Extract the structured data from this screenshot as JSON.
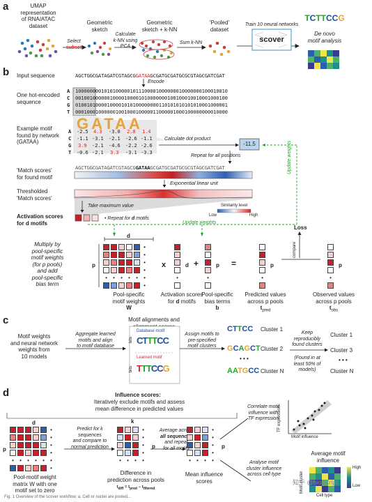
{
  "panel_labels": {
    "a": "a",
    "b": "b",
    "c": "c",
    "d": "d"
  },
  "a": {
    "umap": "UMAP\nrepresentation\nof RNA/ATAC\ndataset",
    "select": "Select",
    "subset": "subset",
    "sketch": "Geometric\nsketch",
    "calc_knn": "Calculate\nk-NN using\nPCA",
    "sketch_knn": "Geometric\nsketch + k-NN",
    "sum_knn": "Sum k-NN",
    "pooled": "'Pooled'\ndataset",
    "train": "Train 10 neural networks",
    "scover": "scover",
    "denovo": "De novo\nmotif analysis"
  },
  "b": {
    "input_label": "Input sequence",
    "input_seq_pre": "AGCTGGCGATAGATCGTAGCG",
    "input_seq_hl": "GATAA",
    "input_seq_post": "GCGATGCGATGCGCGTAGCGATCGAT",
    "encode": "Encode",
    "onehot_label": "One hot-encoded\nsequence",
    "onehot_rows": [
      {
        "base": "A",
        "bits": "10000000010101000001011100001000000010000000100010010"
      },
      {
        "base": "C",
        "bits": "00100100000010000100001010000000100100010010001000100"
      },
      {
        "base": "G",
        "bits": "01001010000100001010100000000110101010101010001000001"
      },
      {
        "base": "T",
        "bits": "00010001000000100100010000011000001000100000000010000"
      }
    ],
    "motif_label": "Example motif\nfound by network\n(GATAA)",
    "logo_letters": "GATAA",
    "matrix": [
      {
        "base": "A",
        "vals": [
          "-2.5",
          "4.3",
          "-3.0",
          "2.8",
          "1.4"
        ]
      },
      {
        "base": "C",
        "vals": [
          "-1.1",
          "-3.1",
          "-2.1",
          "-2.6",
          "-1.1"
        ]
      },
      {
        "base": "G",
        "vals": [
          "3.9",
          "-2.1",
          "-4.6",
          "-2.2",
          "-2.6"
        ]
      },
      {
        "base": "T",
        "vals": [
          "-0.6",
          "-2.1",
          "3.3",
          "-3.1",
          "-3.3"
        ]
      }
    ],
    "calc_dot": "Calculate dot product",
    "dot_value": "-11.5",
    "repeat_positions": "Repeat for all positions",
    "match_label": "'Match scores'\nfor found motif",
    "elu": "Exponential linear unit",
    "thresh_label": "Thresholded\n'Match scores'",
    "take_max": "Take maximum value",
    "similarity": "Similarity level",
    "low": "Low",
    "high": "High",
    "activation_label": "Activation scores\nfor d motifs",
    "repeat_d": "Repeat for d motifs",
    "update_weights": "Update weights",
    "update_weights_v": "Update weights",
    "loss": "Loss",
    "compare": "compare",
    "multiply_text": "Multiply by\npool-specific\nmotif weights\n(for p pools)\nand add\npool-specific\nbias term",
    "d": "d",
    "p": "p",
    "x": "x",
    "plus": "+",
    "eq": "=",
    "w_caption": "Pool-specific\nmotif weights",
    "w_sym": "W",
    "act_caption": "Activation scores\nfor d motifs",
    "bias_caption": "Pool-specific\nbias terms",
    "b_sym": "b",
    "pred_caption": "Predicted values\nacross p pools",
    "pred_sym": "t",
    "pred_sub": "pred",
    "obs_caption": "Observed values\nacross p pools",
    "obs_sym": "t",
    "obs_sub": "obs"
  },
  "c": {
    "left": "Motif weights\nand neural network\nweights from\n10 models",
    "aggregate": "Aggregate learned\nmotifs and align\nto motif database",
    "alignments": "Motif alignments and\nalignment scores",
    "database_motif": "Database motif",
    "learned_motif": "Learned motif",
    "bits": "bits",
    "assign": "Assign motifs to\npre-specified\nmotif clusters",
    "clusters_left": [
      "Cluster 1",
      "Cluster 2",
      "Cluster N"
    ],
    "keep": "Keep\nreproducibly\nfound clusters",
    "found": "(Found in at\nleast 50% of\nmodels)",
    "clusters_right": [
      "Cluster 1",
      "Cluster 3",
      "Cluster N"
    ]
  },
  "d": {
    "title": "Influence scores",
    "subtitle": "Iteratively exclude motifs and assess\nmean difference in predicted values",
    "d": "d",
    "k": "k",
    "p": "p",
    "predict": "Predict for k\nsequences\nand compare to\nnormal prediction",
    "average_pre": "Average across",
    "average_b": "all sequences",
    "average_post": "and repeat\nfor all motifs",
    "pool_caption": "Pool-motif weight\nmatrix W with one\nmotif set to zero",
    "diff_caption": "Difference in\nprediction across pools",
    "diff_formula": "t",
    "mean_caption": "Mean influence\nscores",
    "correlate": "Correlate motif\ninfluence with\nTF expression",
    "tf_expression": "TF expression",
    "motif_influence": "Motif influence",
    "analyse": "Analyse motif\ncluster influence\nacross cell type",
    "avg_influence": "Average motif\ninfluence",
    "high": "High",
    "low": "Low",
    "motif_cluster": "Motif cluster",
    "cell_type": "Cell type"
  },
  "caption": "Fig. 1 Overview of the scover workflow. a, Cell or nuclei are pooled...",
  "watermark": "知乎 @biosCript",
  "colors": {
    "red": "#d62728",
    "blue": "#2b5fad",
    "green": "#2ca02c",
    "pink": "#f2b3b3",
    "lightblue": "#b9cde8"
  }
}
